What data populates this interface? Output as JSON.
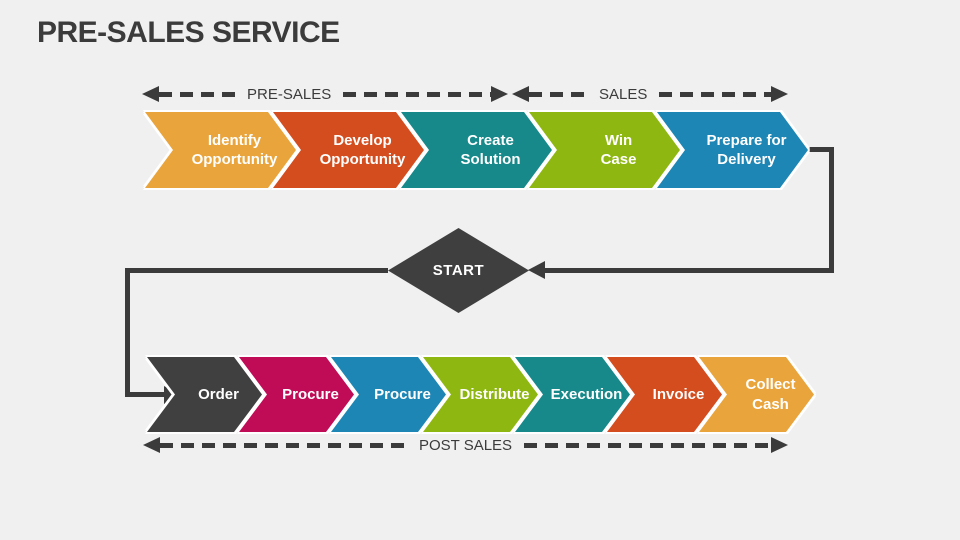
{
  "page": {
    "title": "PRE-SALES SERVICE"
  },
  "colors": {
    "background": "#F0F0F1",
    "ink": "#3B3B3B",
    "gold": "#E9A43B",
    "orange_red": "#D44D1E",
    "teal": "#18898A",
    "lime": "#8FB712",
    "blue": "#1E86B5",
    "dark_gray": "#404040",
    "crimson": "#C00C57"
  },
  "timelines": {
    "pre_sales_label": "PRE-SALES",
    "sales_label": "SALES",
    "post_sales_label": "POST SALES"
  },
  "start_node": {
    "label": "START",
    "color": "#3F3F3F"
  },
  "flow_top": {
    "items": [
      {
        "label": "Identify\nOpportunity",
        "color": "#E9A43B"
      },
      {
        "label": "Develop\nOpportunity",
        "color": "#D44D1E"
      },
      {
        "label": "Create\nSolution",
        "color": "#18898A"
      },
      {
        "label": "Win\nCase",
        "color": "#8FB712"
      },
      {
        "label": "Prepare for\nDelivery",
        "color": "#1E86B5"
      }
    ]
  },
  "flow_bottom": {
    "items": [
      {
        "label": "Order",
        "color": "#404040"
      },
      {
        "label": "Procure",
        "color": "#C00C57"
      },
      {
        "label": "Procure",
        "color": "#1E86B5"
      },
      {
        "label": "Distribute",
        "color": "#8FB712"
      },
      {
        "label": "Execution",
        "color": "#18898A"
      },
      {
        "label": "Invoice",
        "color": "#D44D1E"
      },
      {
        "label": "Collect\nCash",
        "color": "#E9A43B"
      }
    ]
  }
}
